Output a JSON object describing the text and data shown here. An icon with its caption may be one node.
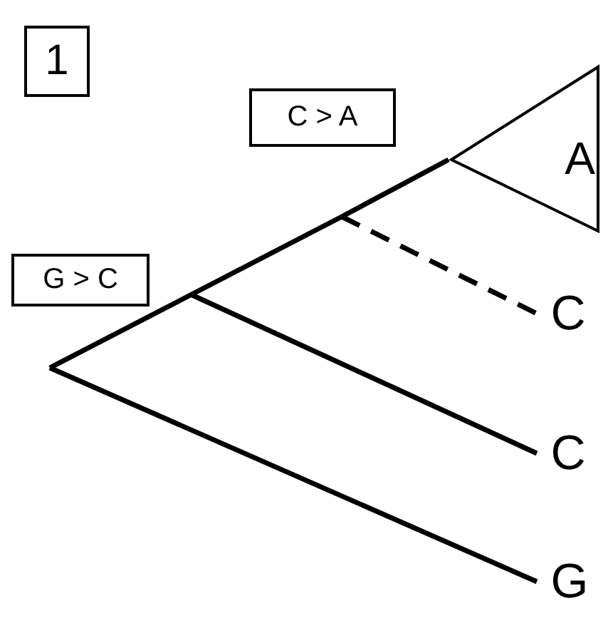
{
  "diagram": {
    "nodes": [
      {
        "text": [
          "1"
        ]
      },
      {
        "text": [
          "C > A"
        ]
      },
      {
        "text": [
          "G > C"
        ]
      },
      {
        "text": [
          "A"
        ]
      },
      {
        "text": [
          "C"
        ]
      },
      {
        "text": [
          "C"
        ]
      },
      {
        "text": [
          "G"
        ]
      }
    ],
    "edges": [
      {
        "from": null,
        "to": 3,
        "arrow": "none"
      },
      {
        "from": null,
        "to": 4,
        "arrow": "none",
        "style": "dashed"
      },
      {
        "from": null,
        "to": 5,
        "arrow": "none"
      },
      {
        "from": null,
        "to": 6,
        "arrow": "none"
      }
    ]
  }
}
